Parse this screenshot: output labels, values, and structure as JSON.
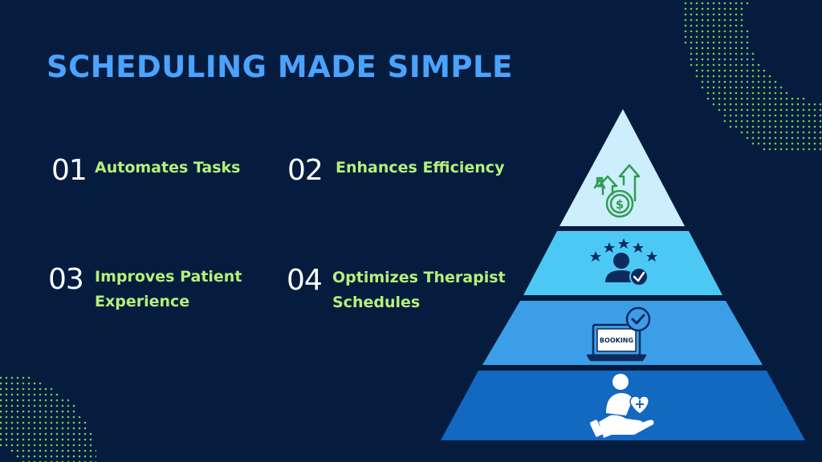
{
  "title": "SCHEDULING MADE SIMPLE",
  "items": [
    {
      "number": "01",
      "label_lines": [
        "Automates Tasks"
      ]
    },
    {
      "number": "02",
      "label_lines": [
        "Enhances Efficiency"
      ]
    },
    {
      "number": "03",
      "label_lines": [
        "Improves Patient",
        "Experience"
      ]
    },
    {
      "number": "04",
      "label_lines": [
        "Optimizes Therapist",
        "Schedules"
      ]
    }
  ],
  "pyramid": {
    "tiers": [
      {
        "color": "#cdeefc",
        "icon": "money-growth-icon"
      },
      {
        "color": "#4cc8f5",
        "icon": "rated-user-check-icon"
      },
      {
        "color": "#3d9ee8",
        "icon": "laptop-booking-icon"
      },
      {
        "color": "#1368c0",
        "icon": "hand-care-person-icon"
      }
    ],
    "booking_text": "BOOKING"
  },
  "colors": {
    "background": "#061c3f",
    "title": "#4aa3ff",
    "label": "#b5f07a",
    "number": "#ffffff",
    "dots": "#6fcf4f",
    "icon_dark": "#0d2a5c"
  }
}
